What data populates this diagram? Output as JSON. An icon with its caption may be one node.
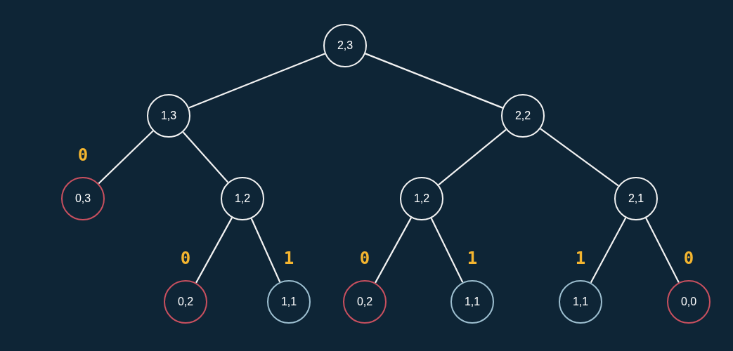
{
  "diagram": {
    "nodes": [
      {
        "text": [
          "2,3"
        ]
      },
      {
        "text": [
          "1,3"
        ]
      },
      {
        "text": [
          "2,2"
        ]
      },
      {
        "text": [
          "0,3"
        ],
        "beside": [
          "0"
        ]
      },
      {
        "text": [
          "1,2"
        ]
      },
      {
        "text": [
          "1,2"
        ]
      },
      {
        "text": [
          "2,1"
        ]
      },
      {
        "text": [
          "0,2"
        ],
        "beside": [
          "0"
        ]
      },
      {
        "text": [
          "1,1"
        ],
        "beside": [
          "1"
        ]
      },
      {
        "text": [
          "0,2"
        ],
        "beside": [
          "0"
        ]
      },
      {
        "text": [
          "1,1"
        ],
        "beside": [
          "1"
        ]
      },
      {
        "text": [
          "1,1"
        ],
        "beside": [
          "1"
        ]
      },
      {
        "text": [
          "0,0"
        ],
        "beside": [
          "0"
        ]
      }
    ],
    "edges": [
      {
        "from": 0,
        "to": 1,
        "arrow": "none"
      },
      {
        "from": 0,
        "to": 2,
        "arrow": "none"
      },
      {
        "from": 1,
        "to": 3,
        "arrow": "none"
      },
      {
        "from": 1,
        "to": 4,
        "arrow": "none"
      },
      {
        "from": 2,
        "to": 5,
        "arrow": "none"
      },
      {
        "from": 2,
        "to": 6,
        "arrow": "none"
      },
      {
        "from": 4,
        "to": 7,
        "arrow": "none"
      },
      {
        "from": 4,
        "to": 8,
        "arrow": "none"
      },
      {
        "from": 5,
        "to": 9,
        "arrow": "none"
      },
      {
        "from": 5,
        "to": 10,
        "arrow": "none"
      },
      {
        "from": 6,
        "to": 11,
        "arrow": "none"
      },
      {
        "from": 6,
        "to": 12,
        "arrow": "none"
      }
    ]
  }
}
